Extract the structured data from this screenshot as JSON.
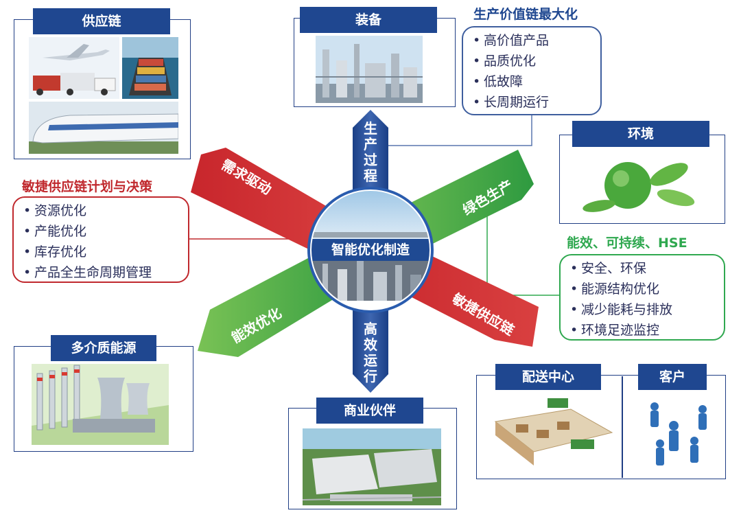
{
  "supply_chain": {
    "title": "供应链"
  },
  "equipment": {
    "title": "装备"
  },
  "value_chain": {
    "heading": "生产价值链最大化",
    "items": [
      "高价值产品",
      "品质优化",
      "低故障",
      "长周期运行"
    ],
    "color": "#1f4790"
  },
  "environment": {
    "title": "环境"
  },
  "agile_plan": {
    "heading": "敏捷供应链计划与决策",
    "items": [
      "资源优化",
      "产能优化",
      "库存优化",
      "产品全生命周期管理"
    ],
    "color": "#c0282d"
  },
  "efficiency": {
    "heading": "能效、可持续、HSE",
    "items": [
      "安全、环保",
      "能源结构优化",
      "减少能耗与排放",
      "环境足迹监控"
    ],
    "color": "#2fa84f"
  },
  "energy": {
    "title": "多介质能源"
  },
  "partners": {
    "title": "商业伙伴"
  },
  "distribution": {
    "title": "配送中心"
  },
  "customer": {
    "title": "客户"
  },
  "center": {
    "label": "智能优化制造"
  },
  "arrows": {
    "demand": "需求驱动",
    "green": "绿色生产",
    "agile": "敏捷供应链",
    "efficiency": "能效优化",
    "process": [
      "生",
      "产",
      "过",
      "程"
    ],
    "operation": [
      "高",
      "效",
      "运",
      "行"
    ]
  },
  "colors": {
    "navy": "#1f4790",
    "red": "#c0282d",
    "green": "#2fa84f",
    "border": "#1f3d84"
  }
}
